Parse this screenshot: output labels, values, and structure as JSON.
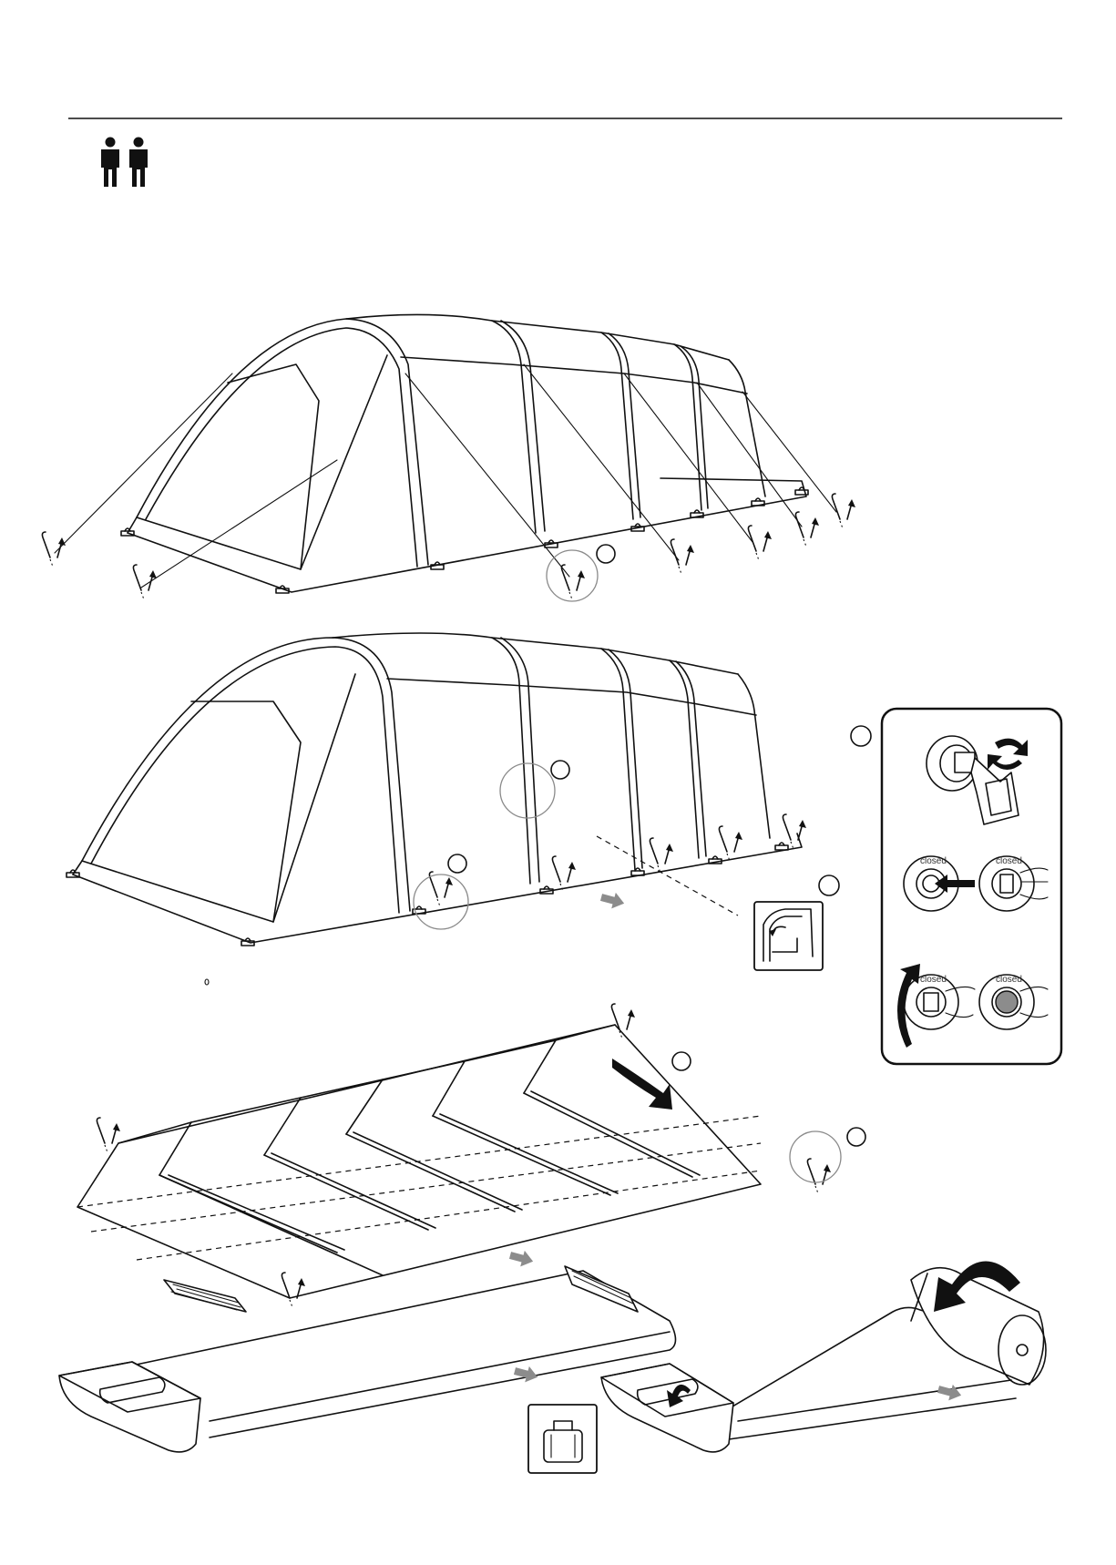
{
  "header": {
    "people_icon": "two-persons-icon",
    "people_count": 2
  },
  "steps": [
    {
      "id": "step-1",
      "description_icon": "peg-removal"
    },
    {
      "id": "step-2",
      "description_icon": "deflate-valve"
    },
    {
      "id": "step-3",
      "description_icon": "fold-and-roll"
    }
  ],
  "valve_inset": {
    "label_closed": "closed"
  },
  "icons": {
    "bag": "carry-bag-icon",
    "arrow": "direction-arrow-icon",
    "peg": "tent-peg-icon"
  },
  "colors": {
    "line": "#111111",
    "arrow_fill": "#8c8c8c",
    "highlight_circle": "#8a8a8a"
  }
}
